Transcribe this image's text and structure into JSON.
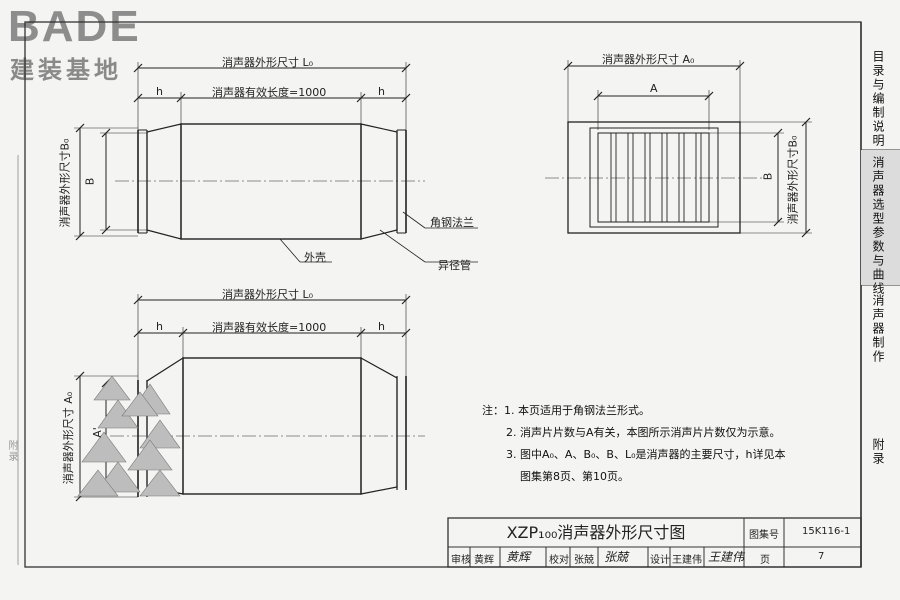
{
  "logo": {
    "brand": "BADE",
    "cn": "建装基地"
  },
  "top_view": {
    "overall_length": "消声器外形尺寸 L₀",
    "effective_length": "消声器有效长度=1000",
    "h_left": "h",
    "h_right": "h",
    "side_height": "消声器外形尺寸B₀",
    "B": "B",
    "flange_label": "角钢法兰",
    "casing_label": "外壳",
    "reducer_label": "异径管"
  },
  "end_view": {
    "overall_width": "消声器外形尺寸 A₀",
    "A": "A",
    "B": "B",
    "side_height": "消声器外形尺寸B₀"
  },
  "bottom_view": {
    "overall_length": "消声器外形尺寸 L₀",
    "effective_length": "消声器有效长度=1000",
    "h_left": "h",
    "h_right": "h",
    "side_height": "消声器外形尺寸 A₀",
    "A_prime": "A'"
  },
  "notes": {
    "prefix": "注：",
    "n1": "1.  本页适用于角钢法兰形式。",
    "n2": "2.  消声片片数与A有关，本图所示消声片片数仅为示意。",
    "n3": "3.  图中A₀、A、B₀、B、L₀是消声器的主要尺寸，h详见本",
    "n3b": "图集第8页、第10页。"
  },
  "title_block": {
    "title": "XZP₁₀₀消声器外形尺寸图",
    "atlas_label": "图集号",
    "atlas_no": "15K116-1",
    "review_label": "审核",
    "reviewer": "黄辉",
    "reviewer_sig": "黄辉",
    "check_label": "校对",
    "checker": "张兢",
    "checker_sig": "张兢",
    "design_label": "设计",
    "designer": "王建伟",
    "designer_sig": "王建伟",
    "page_label": "页",
    "page_no": "7"
  },
  "side_tabs": {
    "tab1": "目录与编制说明",
    "tab2": "消声器选型参数与曲线",
    "tab3": "消声器制作",
    "tab4": "附录"
  },
  "left_margin_mark": "附录"
}
